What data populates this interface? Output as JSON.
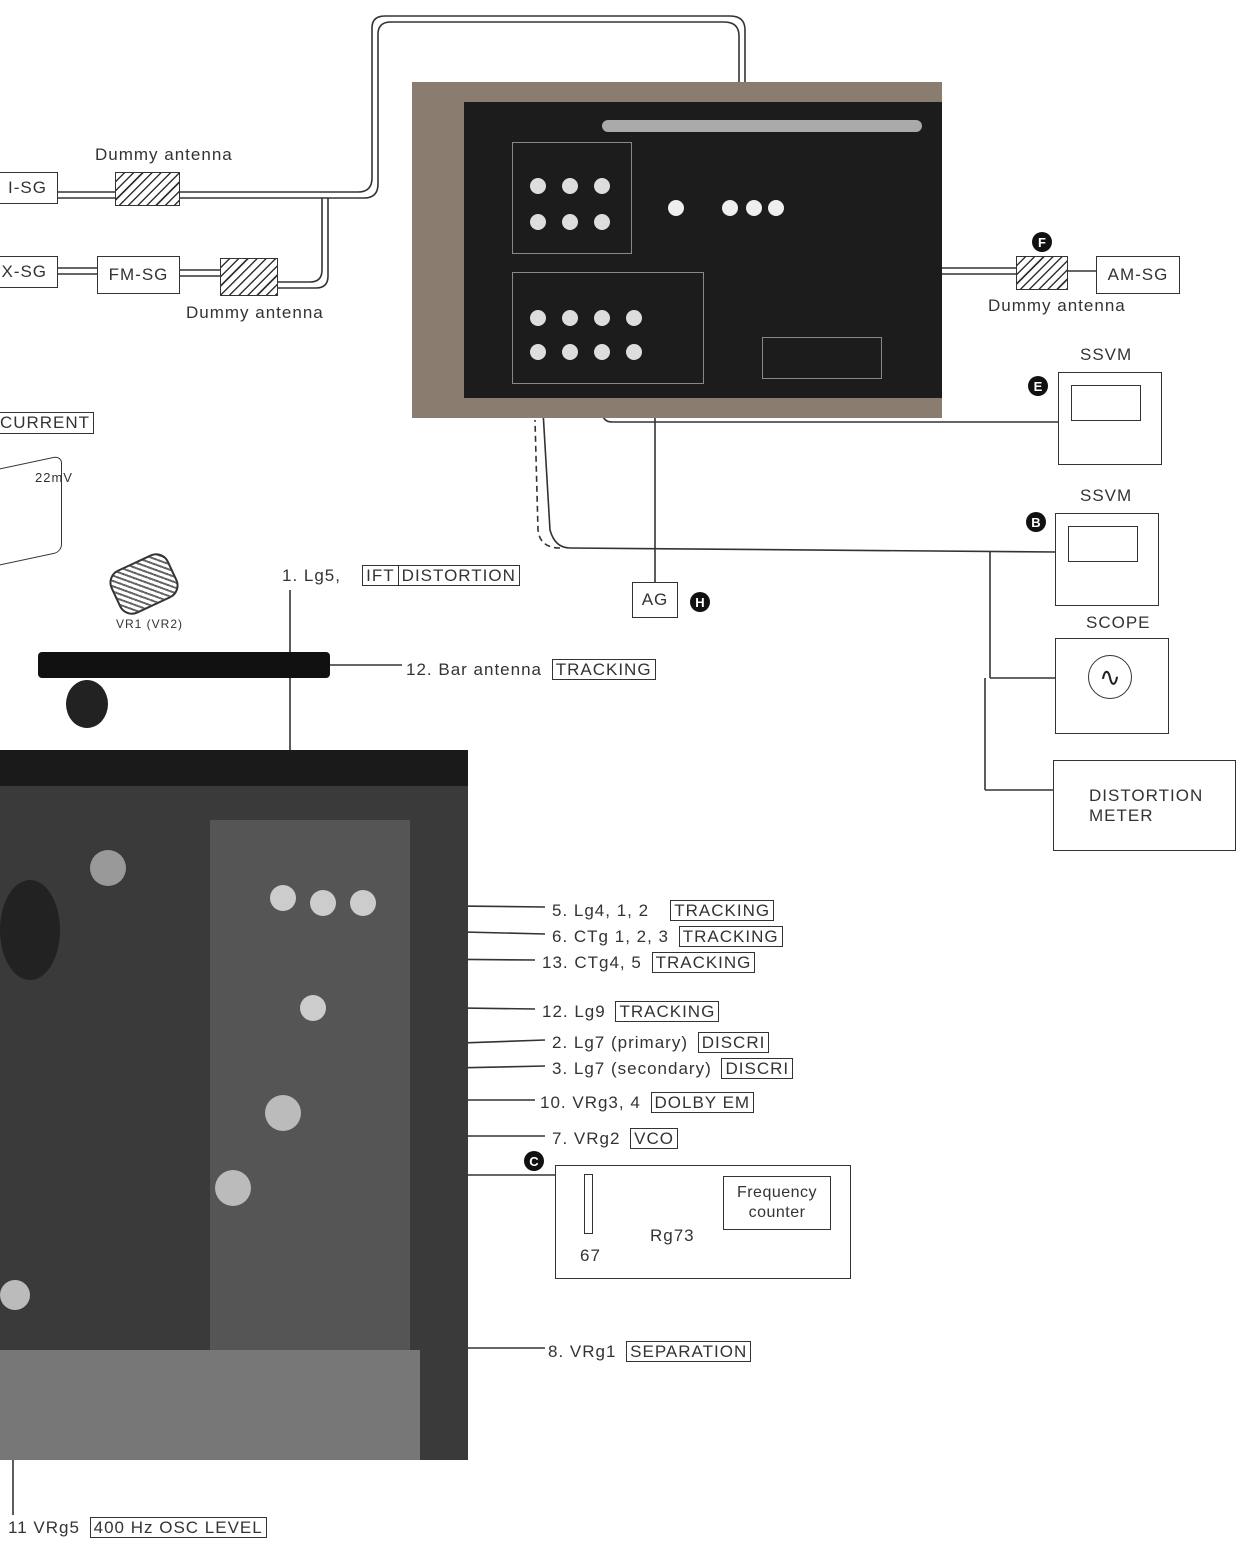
{
  "labels": {
    "dummy_antenna_1": "Dummy antenna",
    "dummy_antenna_2": "Dummy antenna",
    "dummy_antenna_3": "Dummy antenna",
    "mpx_sg": "X-SG",
    "am_sg_left": "I-SG",
    "fm_sg": "FM-SG",
    "am_sg": "AM-SG",
    "ag": "AG",
    "ssvm_1": "SSVM",
    "ssvm_2": "SSVM",
    "scope": "SCOPE",
    "distortion_meter": "DISTORTION\nMETER",
    "current": "CURRENT",
    "voltage": "22mV",
    "vr_label": "VR1 (VR2)",
    "frequency_counter": "Frequency\ncounter",
    "rg73": "Rg73",
    "pin67": "67",
    "markers": {
      "f": "F",
      "e": "E",
      "b": "B",
      "h": "H",
      "c": "C"
    }
  },
  "callouts": [
    {
      "text": "1. Lg5,",
      "tags": [
        "IFT",
        "DISTORTION"
      ]
    },
    {
      "text": "12. Bar antenna",
      "tags": [
        "TRACKING"
      ]
    },
    {
      "text": "5. Lg4, 1, 2",
      "tags": [
        "TRACKING"
      ]
    },
    {
      "text": "6. CTg 1, 2, 3",
      "tags": [
        "TRACKING"
      ]
    },
    {
      "text": "13. CTg4, 5",
      "tags": [
        "TRACKING"
      ]
    },
    {
      "text": "12. Lg9",
      "tags": [
        "TRACKING"
      ]
    },
    {
      "text": "2. Lg7 (primary)",
      "tags": [
        "DISCRI"
      ]
    },
    {
      "text": "3. Lg7 (secondary)",
      "tags": [
        "DISCRI"
      ]
    },
    {
      "text": "10. VRg3, 4",
      "tags": [
        "DOLBY EM"
      ]
    },
    {
      "text": "7. VRg2",
      "tags": [
        "VCO"
      ]
    },
    {
      "text": "8. VRg1",
      "tags": [
        "SEPARATION"
      ]
    },
    {
      "text": "11 VRg5",
      "tags": [
        "400 Hz OSC LEVEL"
      ]
    }
  ]
}
